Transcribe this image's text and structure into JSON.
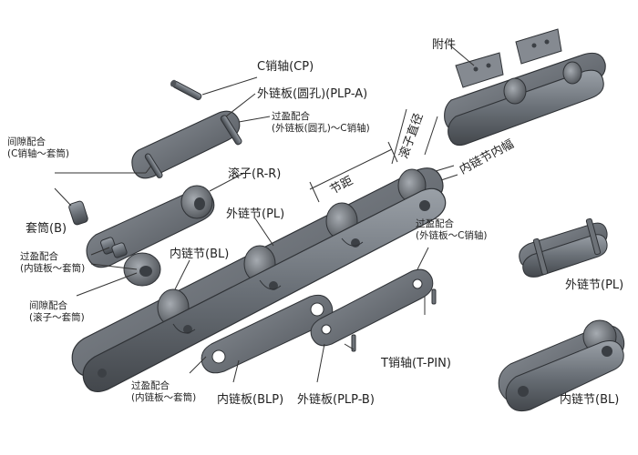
{
  "labels": {
    "attachment": "附件",
    "c_pin": "C销轴(CP)",
    "outer_plate_round": "外链板(圆孔)(PLP-A)",
    "interference_outer_c_line1": "过盈配合",
    "interference_outer_c_line2": "(外链板(圆孔)～C销轴)",
    "roller_diameter": "滚子直径",
    "inner_width": "内链节内幅",
    "pitch": "节距",
    "clearance_pin_bush_line1": "间隙配合",
    "clearance_pin_bush_line2": "(C销轴～套筒)",
    "roller": "滚子(R-R)",
    "bush": "套筒(B)",
    "outer_link": "外链节(PL)",
    "interference_inner_bush_line1": "过盈配合",
    "interference_inner_bush_line2": "(内链板～套筒)",
    "inner_link": "内链节(BL)",
    "clearance_roller_bush_line1": "间隙配合",
    "clearance_roller_bush_line2": "(滚子～套筒)",
    "interference_outer_cpin_line1": "过盈配合",
    "interference_outer_cpin_line2": "(外链板～C销轴)",
    "outer_link_right": "外链节(PL)",
    "t_pin": "T销轴(T-PIN)",
    "interference_bottom_line1": "过盈配合",
    "interference_bottom_line2": "(内链板～套筒)",
    "inner_plate": "内链板(BLP)",
    "outer_plate": "外链板(PLP-B)",
    "inner_link_right": "内链节(BL)"
  },
  "colors": {
    "metal": "#6e737a",
    "metal_dark": "#3f4348",
    "metal_light": "#9ba0a6",
    "line": "#333333"
  }
}
